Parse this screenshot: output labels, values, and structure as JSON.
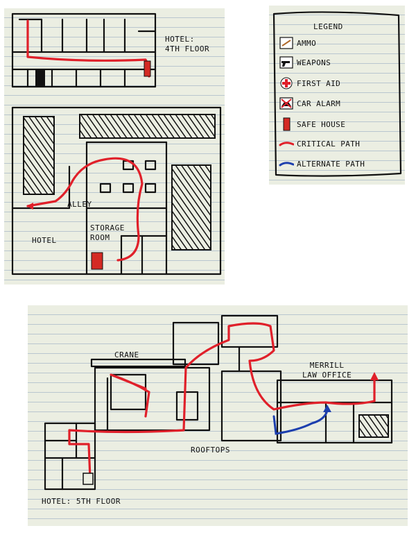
{
  "legend": {
    "title": "LEGEND",
    "items": [
      {
        "label": "AMMO",
        "icon": "ammo-icon"
      },
      {
        "label": "WEAPONS",
        "icon": "weapons-icon"
      },
      {
        "label": "FIRST AID",
        "icon": "first-aid-icon"
      },
      {
        "label": "CAR ALARM",
        "icon": "car-alarm-icon"
      },
      {
        "label": "SAFE HOUSE",
        "icon": "safe-house-icon"
      },
      {
        "label": "CRITICAL PATH",
        "icon": "critical-path-line"
      },
      {
        "label": "ALTERNATE PATH",
        "icon": "alternate-path-line"
      }
    ]
  },
  "map_top": {
    "hotel_floor_label": "HOTEL:\n4TH FLOOR",
    "alley_label": "ALLEY",
    "hotel_label": "HOTEL",
    "storage_room_label": "STORAGE\nROOM"
  },
  "map_bottom": {
    "crane_label": "CRANE",
    "office_label": "MERRILL\nLAW OFFICE",
    "rooftops_label": "ROOFTOPS",
    "hotel_floor_label": "HOTEL: 5TH FLOOR"
  },
  "colors": {
    "paper": "#ebeee2",
    "ink": "#111111",
    "critical_path": "#e0202a",
    "alternate_path": "#1d3fae"
  }
}
